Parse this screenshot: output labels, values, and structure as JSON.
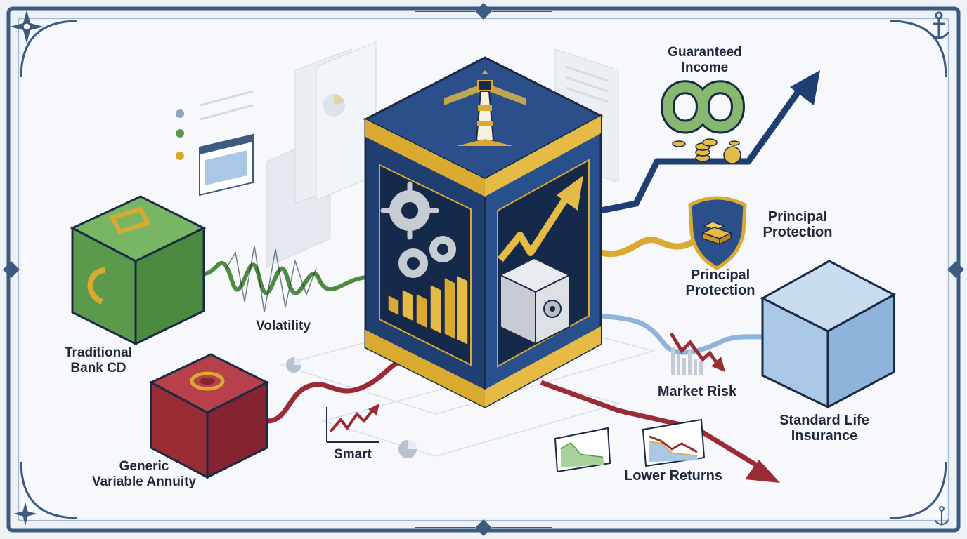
{
  "labels": {
    "guaranteed_income": [
      "Guaranteed",
      "Income"
    ],
    "principal_protection_shield": [
      "Principal",
      "Protection"
    ],
    "principal_protection_flow": [
      "Principal",
      "Protection"
    ],
    "volatility": "Volatility",
    "traditional_bank_cd": [
      "Traditional",
      "Bank CD"
    ],
    "market_risk": "Market Risk",
    "standard_life_insurance": [
      "Standard Life",
      "Insurance"
    ],
    "smart": "Smart",
    "generic_variable_annuity": [
      "Generic",
      "Variable Annuity"
    ],
    "lower_returns": "Lower Returns"
  },
  "icons": [
    "compass-rose-icon",
    "anchor-icon",
    "lighthouse-icon",
    "gears-icon",
    "bar-chart-icon",
    "up-arrow-icon",
    "safe-icon",
    "infinity-icon",
    "coins-icon",
    "shield-icon",
    "gold-bars-icon",
    "down-trend-icon",
    "pie-chart-icon"
  ],
  "colors": {
    "navy": "#1f3f73",
    "gold": "#d9a930",
    "green": "#5a9a4a",
    "red": "#9b2b35",
    "light_blue": "#a9c8e6",
    "frame": "#3d5a80"
  }
}
